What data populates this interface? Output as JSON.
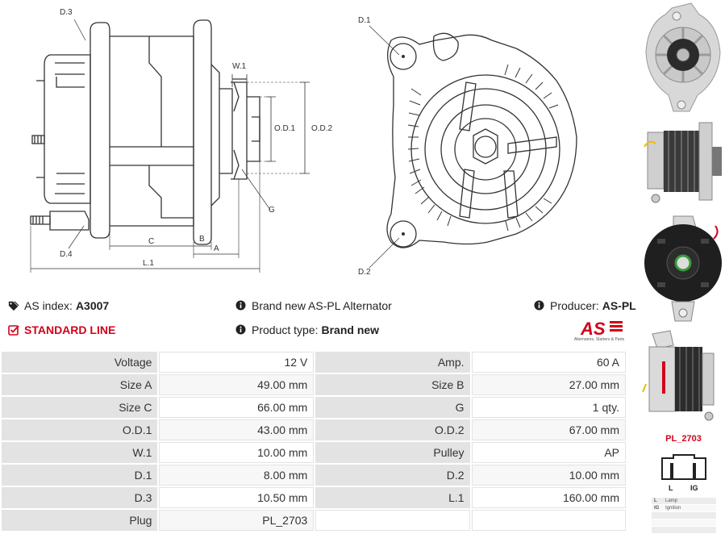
{
  "diagram": {
    "labels": {
      "d3": "D.3",
      "d4": "D.4",
      "w1": "W.1",
      "od1": "O.D.1",
      "od2": "O.D.2",
      "g": "G",
      "c": "C",
      "b": "B",
      "a": "A",
      "l1": "L.1",
      "d1": "D.1",
      "d2": "D.2"
    }
  },
  "info": {
    "as_index_label": "AS index:",
    "as_index_value": "A3007",
    "line_label": "STANDARD LINE",
    "description": "Brand new AS-PL Alternator",
    "product_type_label": "Product type:",
    "product_type_value": "Brand new",
    "producer_label": "Producer:",
    "producer_value": "AS-PL",
    "logo_text": "AS",
    "logo_tagline": "Alternators, Starters & Parts"
  },
  "specs": [
    [
      "Voltage",
      "12 V",
      "Amp.",
      "60 A"
    ],
    [
      "Size A",
      "49.00 mm",
      "Size B",
      "27.00 mm"
    ],
    [
      "Size C",
      "66.00 mm",
      "G",
      "1 qty."
    ],
    [
      "O.D.1",
      "43.00 mm",
      "O.D.2",
      "67.00 mm"
    ],
    [
      "W.1",
      "10.00 mm",
      "Pulley",
      "AP"
    ],
    [
      "D.1",
      "8.00 mm",
      "D.2",
      "10.00 mm"
    ],
    [
      "D.3",
      "10.50 mm",
      "L.1",
      "160.00 mm"
    ],
    [
      "Plug",
      "PL_2703",
      "",
      ""
    ]
  ],
  "plug": {
    "name": "PL_2703",
    "pin_l": "L",
    "pin_ig": "IG",
    "legend": [
      {
        "key": "L",
        "desc": "Lamp"
      },
      {
        "key": "IG",
        "desc": "Ignition"
      },
      {
        "key": "",
        "desc": ""
      },
      {
        "key": "",
        "desc": ""
      },
      {
        "key": "",
        "desc": ""
      }
    ]
  },
  "colors": {
    "accent": "#d0021b",
    "key_cell": "#e3e3e3",
    "line": "#333333"
  }
}
